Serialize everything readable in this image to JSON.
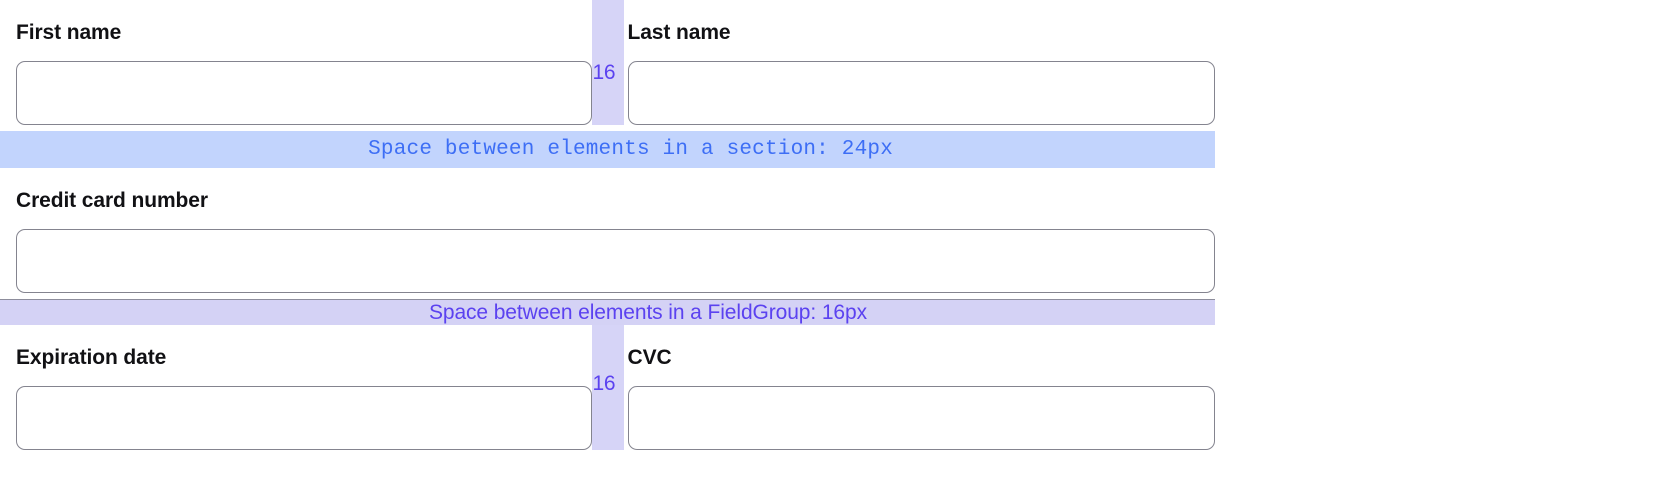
{
  "form": {
    "rows": [
      {
        "id": "name-row",
        "left": {
          "label": "First name",
          "value": "",
          "placeholder": ""
        },
        "right": {
          "label": "Last name",
          "value": "",
          "placeholder": ""
        },
        "gutter_label": "16"
      },
      {
        "id": "card-row",
        "field": {
          "label": "Credit card number",
          "value": "",
          "placeholder": ""
        }
      },
      {
        "id": "expiry-row",
        "left": {
          "label": "Expiration date",
          "value": "",
          "placeholder": ""
        },
        "right": {
          "label": "CVC",
          "value": "",
          "placeholder": ""
        },
        "gutter_label": "16"
      }
    ]
  },
  "annotations": {
    "section_spacing": {
      "text": "Space between elements in a section: 24px",
      "value": "24px",
      "color": "#3d6ef5",
      "band_color": "#c2d4fd"
    },
    "fieldgroup_spacing": {
      "text": "Space between elements in a FieldGroup: 16px",
      "value": "16px",
      "color": "#5b42f0",
      "band_color": "#d4d2f5"
    },
    "gutter": {
      "color": "#d6d4f7",
      "label_color": "#5b42f0"
    }
  },
  "theme": {
    "page_background": "#ffffff",
    "label_color": "#111114",
    "input_border": "#84848f",
    "input_background": "#ffffff"
  }
}
